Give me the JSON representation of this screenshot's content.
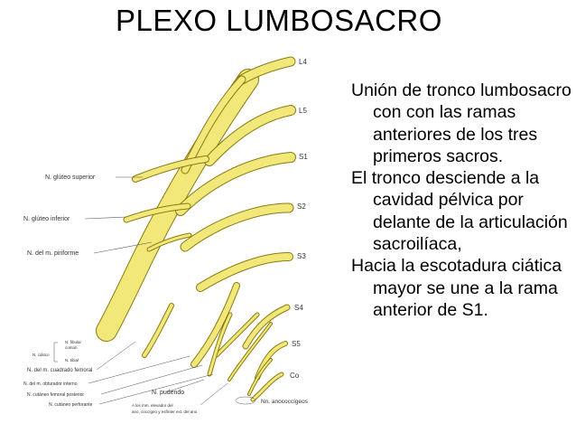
{
  "slide": {
    "title": "PLEXO LUMBOSACRO",
    "paragraphs": [
      "Unión de tronco lumbosacro con con las ramas anteriores de los tres primeros sacros.",
      "El tronco desciende a la cavidad pélvica por delante de la articulación sacroilíaca,",
      "Hacia la escotadura ciática mayor se une a la rama anterior de S1."
    ]
  },
  "diagram": {
    "nerve_color": "#f2e87a",
    "outline_color": "#8a7a10",
    "levels": [
      "L4",
      "L5",
      "S1",
      "S2",
      "S3",
      "S4",
      "S5",
      "Co"
    ],
    "labels": {
      "gluteo_superior": "N. glúteo superior",
      "gluteo_inferior": "N. glúteo inferior",
      "piriforme": "N. del m. piriforme",
      "ciatico": "N. ciático",
      "fibular_comun_1": "N. fibular",
      "fibular_comun_2": "común",
      "tibial": "N. tibial",
      "cuadrado_femoral": "N. del m. cuadrado femoral",
      "obturador_interno": "N. del m. obturador interno",
      "cutaneo_femoral_posterior": "N. cutáneo femoral posterior",
      "cutaneo_perforante": "N. cutáneo perforante",
      "pudendo": "N. pudendo",
      "elevador_ano_1": "A los mm. elevador del",
      "elevador_ano_2": "ano, coccígeo y esfínter ext. del ano",
      "anococcigeos": "Nn. anococcígeos"
    }
  }
}
